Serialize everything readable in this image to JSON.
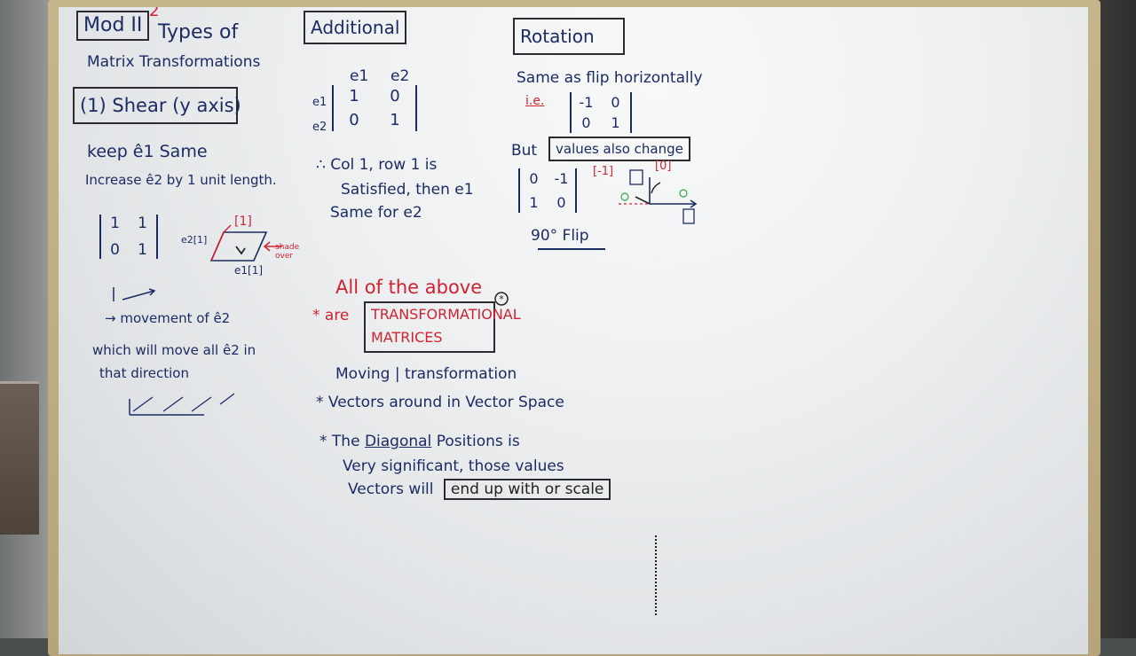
{
  "column1": {
    "module_box": "Mod II",
    "module_superscript": "2",
    "topic_line1": "Types of",
    "topic_line2": "Matrix Transformations",
    "section_box": "(1) Shear (y axis)",
    "note_line1": "keep ê1 Same",
    "note_line2": "Increase ê2 by 1 unit length.",
    "shear_matrix": [
      "1",
      "1",
      "0",
      "1"
    ],
    "movement_line": "→ movement of ê2",
    "which_line1": "which will move all ê2 in",
    "which_line2": "that direction",
    "diagram_red_label": "[1]",
    "diagram_e2_label": "e2[1]",
    "diagram_e1_label": "e1[1]",
    "diagram_arrow_note": "shade over"
  },
  "column2": {
    "title_box": "Additional",
    "col_headers": [
      "e1",
      "e2"
    ],
    "row_headers": [
      "e1",
      "e2"
    ],
    "identity_matrix": [
      "1",
      "0",
      "0",
      "1"
    ],
    "line1": "∴ Col 1, row 1 is",
    "line2": "Satisfied, then e1",
    "line3": "Same for e2",
    "all_above": "All of the above",
    "are_label": "* are",
    "transform_box_line1": "TRANSFORMATIONAL",
    "transform_box_line2": "MATRICES",
    "moving_line": "Moving | transformation",
    "vectors_line": "* Vectors around in Vector Space",
    "diagonal_line1_a": "* The",
    "diagonal_line1_b": "Diagonal",
    "diagonal_line1_c": "Positions is",
    "diagonal_line2": "Very significant, those values",
    "diagonal_line3_a": "Vectors will",
    "diagonal_line3_b": "end up with or scale"
  },
  "column3": {
    "title_box": "Rotation",
    "line1": "Same as flip horizontally",
    "ie_label": "i.e.",
    "flip_matrix": [
      "-1",
      "0",
      "0",
      "1"
    ],
    "but_line": "But",
    "values_box": "values also change",
    "rot_matrix": [
      "0",
      "-1",
      "1",
      "0"
    ],
    "red_vec_a": "[-1]",
    "red_vec_b": "[0]",
    "flip_label": "90° Flip"
  }
}
